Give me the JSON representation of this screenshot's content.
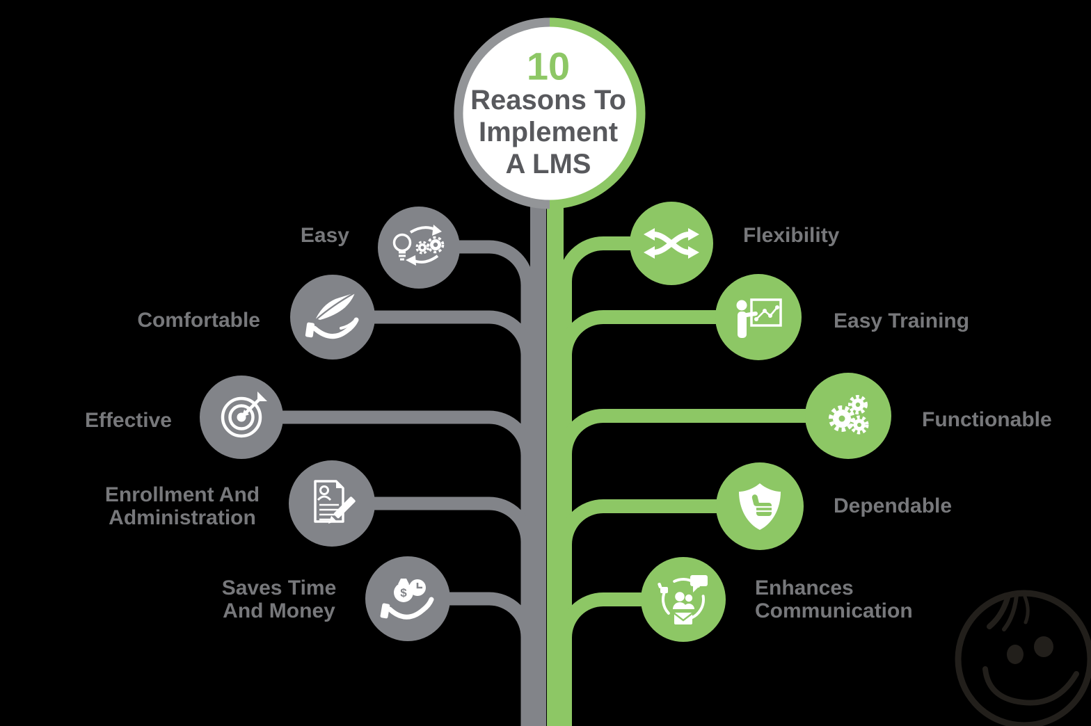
{
  "background_color": "#000000",
  "colors": {
    "gray": "#828489",
    "ring_gray": "#939598",
    "green": "#8dc765",
    "label_text": "#77787b",
    "title_text": "#58595d",
    "icon_white": "#ffffff",
    "logo": "#221f1b"
  },
  "title": {
    "number": "10",
    "lines": "Reasons To\nImplement\nA LMS"
  },
  "left_items": [
    {
      "label": "Easy",
      "icon": "idea-gears-cycle-icon"
    },
    {
      "label": "Comfortable",
      "icon": "feather-on-hand-icon"
    },
    {
      "label": "Effective",
      "icon": "target-arrow-icon"
    },
    {
      "label": "Enrollment And\nAdministration",
      "icon": "document-pencil-icon"
    },
    {
      "label": "Saves Time\nAnd Money",
      "icon": "money-clock-hand-icon"
    }
  ],
  "right_items": [
    {
      "label": "Flexibility",
      "icon": "shuffle-arrows-icon"
    },
    {
      "label": "Easy Training",
      "icon": "presenter-chart-icon"
    },
    {
      "label": "Functionable",
      "icon": "gears-icon"
    },
    {
      "label": "Dependable",
      "icon": "shield-thumbs-up-icon"
    },
    {
      "label": "Enhances\nCommunication",
      "icon": "communication-cycle-icon"
    }
  ],
  "glyphs": {
    "currency": "$"
  },
  "logo": {
    "name": "smiley-face-logo"
  }
}
